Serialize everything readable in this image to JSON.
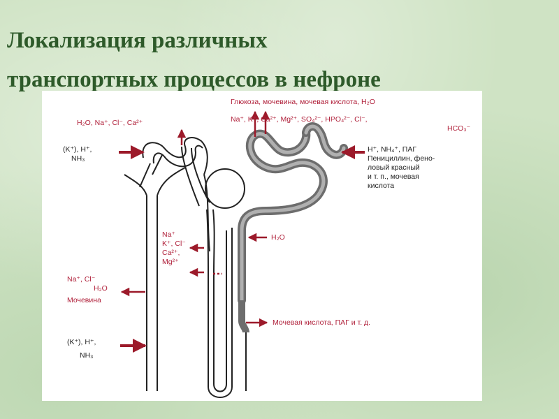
{
  "title": {
    "line1": "Локализация различных",
    "line2": "транспортных процессов в нефроне"
  },
  "colors": {
    "title": "#2e5a2a",
    "labels_red": "#b0203a",
    "labels_dark": "#222222",
    "tubule_dark": "#6d6d6d",
    "arrow": "#9c1a2a"
  },
  "labels": {
    "prox_out": "H₂O, Na⁺, Cl⁻, Ca²⁺",
    "top_right_1": "Глюкоза, мочевина, мочевая кислота, H₂O",
    "top_right_2": "Na⁺, K⁺, Ca²⁺, Mg²⁺, SO₄²⁻, HPO₄²⁻, Cl⁻,",
    "top_right_3": "HCO₃⁻",
    "left_secr_1": "(K⁺), H⁺,",
    "left_secr_2": "NH₃",
    "right_secr_1": "H⁺, NH₄⁺, ПАГ",
    "right_secr_2": "Пенициллин, фено-",
    "right_secr_3": "ловый красный",
    "right_secr_4": "и т. п., мочевая",
    "right_secr_5": "кислота",
    "loop_1": "Na⁺",
    "loop_2": "K⁺, Cl⁻",
    "loop_3": "Ca²⁺,",
    "loop_4": "Mg²⁺",
    "h2o_right": "H₂O",
    "collect_1": "Na⁺, Cl⁻",
    "collect_2": "H₂O",
    "collect_3": "Мочевина",
    "bottom_left_1": "(K⁺), H⁺,",
    "bottom_left_2": "NH₃",
    "bottom_right": "Мочевая кислота, ПАГ и т. д."
  }
}
